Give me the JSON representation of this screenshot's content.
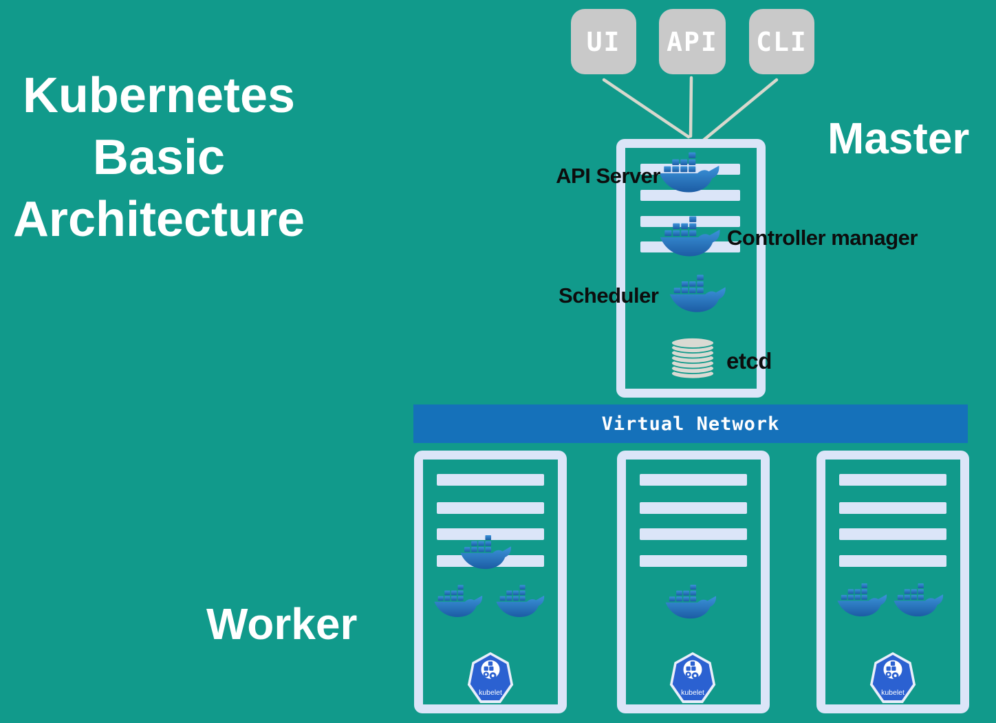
{
  "title": {
    "lines": [
      "Kubernetes",
      "Basic",
      "Architecture"
    ]
  },
  "clients": {
    "ui_label": "UI",
    "api_label": "API",
    "cli_label": "CLI"
  },
  "master": {
    "role_label": "Master",
    "api_server_label": "API Server",
    "controller_manager_label": "Controller manager",
    "scheduler_label": "Scheduler",
    "etcd_label": "etcd"
  },
  "network": {
    "label": "Virtual Network"
  },
  "workers": {
    "role_label": "Worker",
    "nodes": [
      {
        "kubelet_label": "kubelet"
      },
      {
        "kubelet_label": "kubelet"
      },
      {
        "kubelet_label": "kubelet"
      }
    ]
  },
  "icons": {
    "docker": "docker-whale-icon",
    "etcd": "database-cylinder-icon",
    "kubelet": "kubernetes-kubelet-badge-icon",
    "connectors": "client-to-master-lines"
  },
  "colors": {
    "background": "#119a8b",
    "panel_border": "#dbe5f8",
    "client_box_gray": "#c9c9c9",
    "network_banner_blue": "#1571ba",
    "docker_blue_top": "#3b93d9",
    "docker_blue_bottom": "#1c5ca4",
    "kubelet_blue": "#2b61d1",
    "etcd_gray": "#dadad3",
    "label_dark": "#0d0d0d",
    "text_light": "#ffffff",
    "connector_gray": "#d8d8cd"
  }
}
